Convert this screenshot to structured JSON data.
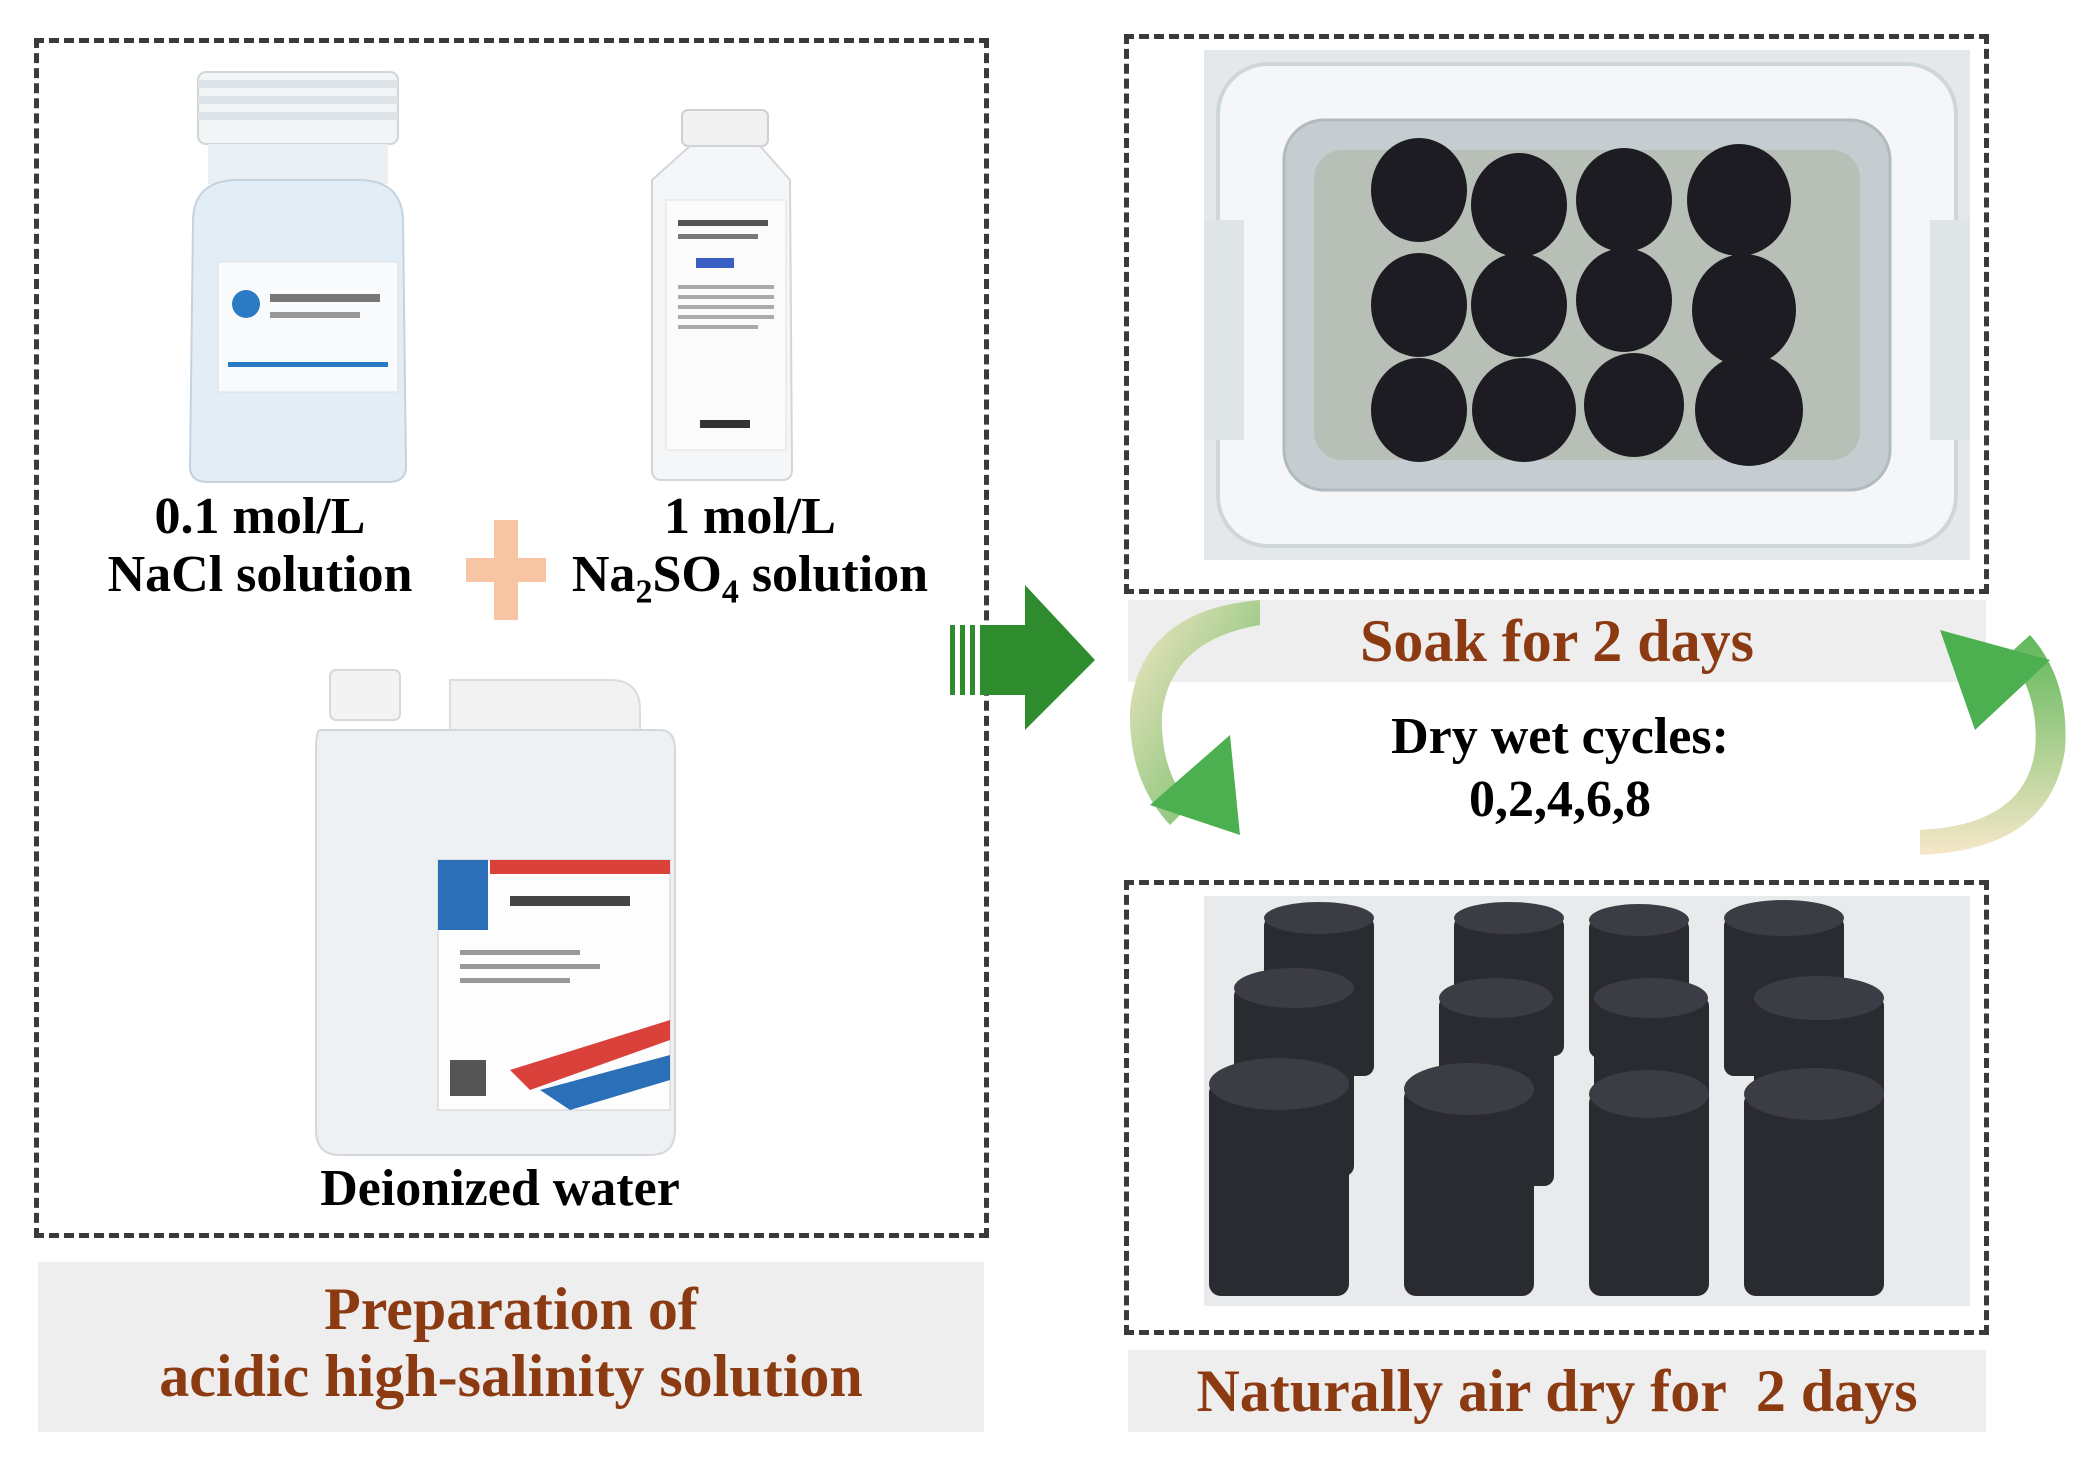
{
  "left_panel": {
    "nacl": {
      "line1": "0.1 mol/L",
      "line2": "NaCl solution"
    },
    "na2so4": {
      "line1": "1 mol/L",
      "line2_pre": "Na",
      "sub1": "2",
      "mid": "SO",
      "sub2": "4",
      "line2_post": " solution"
    },
    "water_label": "Deionized water",
    "caption_line1": "Preparation of",
    "caption_line2": "acidic high-salinity solution"
  },
  "right_panel": {
    "soak_label": "Soak for 2 days",
    "cycle_label_line1": "Dry wet cycles:",
    "cycle_label_line2": "0,2,4,6,8",
    "dry_label": "Naturally air dry for  2 days"
  },
  "colors": {
    "caption_text": "#8b3a12",
    "arrow_green": "#2e8b2e",
    "plus_orange": "#f7c4a4",
    "dash_border": "#3a3a3a",
    "caption_band": "#eeeeee"
  }
}
